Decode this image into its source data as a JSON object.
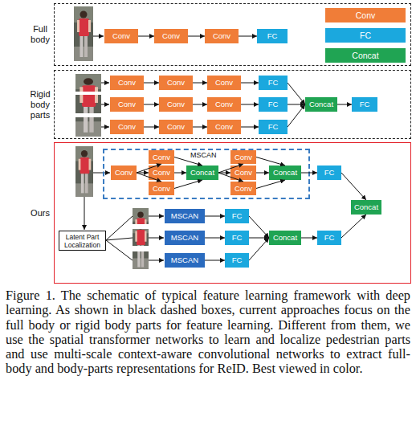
{
  "diagram": {
    "caption": "Figure 1. The schematic of typical feature learning framework with deep learning. As shown in black dashed boxes, current approaches focus on the full body or rigid body parts for feature learning. Different from them, we use the spatial transformer networks to learn and localize pedestrian parts and use multi-scale context-aware convolutional networks to extract full-body and body-parts representations for ReID. Best viewed in color.",
    "nodes": [
      {
        "text": [
          "Full body"
        ]
      },
      {
        "text": [
          "Conv"
        ],
        "in": 0
      },
      {
        "text": [
          "Conv"
        ],
        "in": 0
      },
      {
        "text": [
          "Conv"
        ],
        "in": 0
      },
      {
        "text": [
          "FC"
        ],
        "in": 0
      },
      {
        "text": [
          "Rigid body parts"
        ]
      },
      {
        "text": [
          "Conv"
        ],
        "in": 5
      },
      {
        "text": [
          "Conv"
        ],
        "in": 5
      },
      {
        "text": [
          "Conv"
        ],
        "in": 5
      },
      {
        "text": [
          "FC"
        ],
        "in": 5
      },
      {
        "text": [
          "Conv"
        ],
        "in": 5
      },
      {
        "text": [
          "Conv"
        ],
        "in": 5
      },
      {
        "text": [
          "Conv"
        ],
        "in": 5
      },
      {
        "text": [
          "FC"
        ],
        "in": 5
      },
      {
        "text": [
          "Conv"
        ],
        "in": 5
      },
      {
        "text": [
          "Conv"
        ],
        "in": 5
      },
      {
        "text": [
          "Conv"
        ],
        "in": 5
      },
      {
        "text": [
          "FC"
        ],
        "in": 5
      },
      {
        "text": [
          "Concat"
        ],
        "in": 5
      },
      {
        "text": [
          "FC"
        ],
        "in": 5
      },
      {
        "text": [
          "Ours"
        ]
      },
      {
        "text": [
          "MSCAN"
        ],
        "in": 20
      },
      {
        "text": [
          "Conv"
        ],
        "in": 21
      },
      {
        "text": [
          "Conv"
        ],
        "in": 21
      },
      {
        "text": [
          "Conv"
        ],
        "in": 21
      },
      {
        "text": [
          "Conv"
        ],
        "in": 21
      },
      {
        "text": [
          "Concat"
        ],
        "in": 21
      },
      {
        "text": [
          "Conv"
        ],
        "in": 21
      },
      {
        "text": [
          "Conv"
        ],
        "in": 21
      },
      {
        "text": [
          "Conv"
        ],
        "in": 21
      },
      {
        "text": [
          "Concat"
        ],
        "in": 21
      },
      {
        "text": [
          "FC"
        ],
        "in": 20
      },
      {
        "text": [
          "Concat"
        ],
        "in": 20
      },
      {
        "text": [
          "Latent Part Localization"
        ],
        "in": 20
      },
      {
        "text": [
          "MSCAN"
        ],
        "in": 20
      },
      {
        "text": [
          "FC"
        ],
        "in": 20
      },
      {
        "text": [
          "MSCAN"
        ],
        "in": 20
      },
      {
        "text": [
          "FC"
        ],
        "in": 20
      },
      {
        "text": [
          "MSCAN"
        ],
        "in": 20
      },
      {
        "text": [
          "FC"
        ],
        "in": 20
      },
      {
        "text": [
          "Concat"
        ],
        "in": 20
      },
      {
        "text": [
          "FC"
        ],
        "in": 20
      }
    ],
    "edges": [
      {
        "from": 1,
        "to": 2,
        "arrow": "to"
      },
      {
        "from": 2,
        "to": 3,
        "arrow": "to"
      },
      {
        "from": 3,
        "to": 4,
        "arrow": "to"
      },
      {
        "from": 6,
        "to": 7,
        "arrow": "to"
      },
      {
        "from": 7,
        "to": 8,
        "arrow": "to"
      },
      {
        "from": 8,
        "to": 9,
        "arrow": "to"
      },
      {
        "from": 10,
        "to": 11,
        "arrow": "to"
      },
      {
        "from": 11,
        "to": 12,
        "arrow": "to"
      },
      {
        "from": 12,
        "to": 13,
        "arrow": "to"
      },
      {
        "from": 14,
        "to": 15,
        "arrow": "to"
      },
      {
        "from": 15,
        "to": 16,
        "arrow": "to"
      },
      {
        "from": 16,
        "to": 17,
        "arrow": "to"
      },
      {
        "from": 9,
        "to": 18,
        "arrow": "to"
      },
      {
        "from": 13,
        "to": 18,
        "arrow": "to"
      },
      {
        "from": 17,
        "to": 18,
        "arrow": "to"
      },
      {
        "from": 18,
        "to": 19,
        "arrow": "to"
      },
      {
        "from": 22,
        "to": 23,
        "arrow": "to"
      },
      {
        "from": 22,
        "to": 24,
        "arrow": "to"
      },
      {
        "from": 22,
        "to": 25,
        "arrow": "to"
      },
      {
        "from": 23,
        "to": 26,
        "arrow": "to"
      },
      {
        "from": 24,
        "to": 26,
        "arrow": "to"
      },
      {
        "from": 25,
        "to": 26,
        "arrow": "to"
      },
      {
        "from": 26,
        "to": 27,
        "arrow": "to"
      },
      {
        "from": 26,
        "to": 28,
        "arrow": "to"
      },
      {
        "from": 26,
        "to": 29,
        "arrow": "to"
      },
      {
        "from": 27,
        "to": 30,
        "arrow": "to"
      },
      {
        "from": 28,
        "to": 30,
        "arrow": "to"
      },
      {
        "from": 29,
        "to": 30,
        "arrow": "to"
      },
      {
        "from": 30,
        "to": 31,
        "arrow": "to"
      },
      {
        "from": 31,
        "to": 32,
        "arrow": "to"
      },
      {
        "from": 34,
        "to": 35,
        "arrow": "to"
      },
      {
        "from": 36,
        "to": 37,
        "arrow": "to"
      },
      {
        "from": 38,
        "to": 39,
        "arrow": "to"
      },
      {
        "from": 35,
        "to": 40,
        "arrow": "to"
      },
      {
        "from": 37,
        "to": 40,
        "arrow": "to"
      },
      {
        "from": 39,
        "to": 40,
        "arrow": "to"
      },
      {
        "from": 40,
        "to": 41,
        "arrow": "to"
      },
      {
        "from": 41,
        "to": 32,
        "arrow": "to"
      }
    ],
    "legend": [
      {
        "text": "Conv",
        "color": "#f07d38"
      },
      {
        "text": "FC",
        "color": "#1ba8de"
      },
      {
        "text": "Concat",
        "color": "#20a453"
      }
    ]
  }
}
